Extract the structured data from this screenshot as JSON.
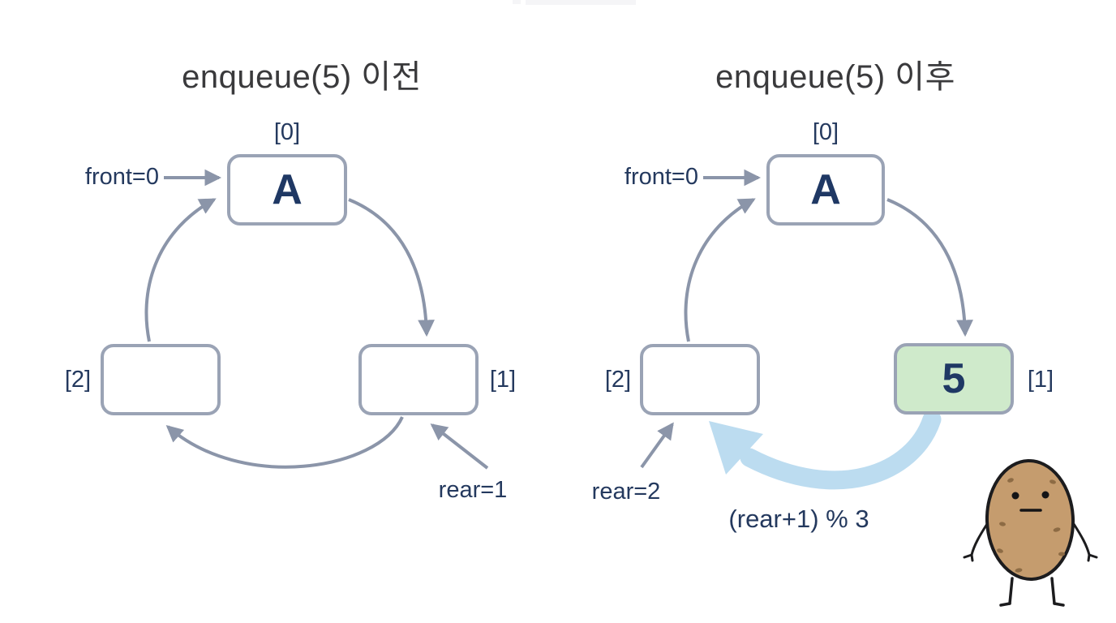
{
  "diagrams": [
    {
      "title": "enqueue(5) 이전",
      "front_pointer": "front=0",
      "rear_pointer": "rear=1",
      "cells": [
        {
          "index": "[0]",
          "value": "A",
          "highlighted": false
        },
        {
          "index": "[1]",
          "value": "",
          "highlighted": false
        },
        {
          "index": "[2]",
          "value": "",
          "highlighted": false
        }
      ]
    },
    {
      "title": "enqueue(5) 이후",
      "front_pointer": "front=0",
      "rear_pointer": "rear=2",
      "wrap_annotation": "(rear+1) % 3",
      "cells": [
        {
          "index": "[0]",
          "value": "A",
          "highlighted": false
        },
        {
          "index": "[1]",
          "value": "5",
          "highlighted": true
        },
        {
          "index": "[2]",
          "value": "",
          "highlighted": false
        }
      ]
    }
  ],
  "mascot": {
    "icon": "potato-character"
  },
  "colors": {
    "background": "#ffffff",
    "title_text": "#3a3a3c",
    "label_text": "#24395e",
    "cell_value_text": "#1f3864",
    "cell_border": "#9aa3b5",
    "cell_fill": "#ffffff",
    "highlight_fill": "#cfeacb",
    "arrow_gray": "#8b95a9",
    "wrap_arrow_blue": "#bcdcf0",
    "potato_body": "#c59c6e",
    "potato_spot": "#8d6b44",
    "potato_outline": "#1c1c1e"
  }
}
